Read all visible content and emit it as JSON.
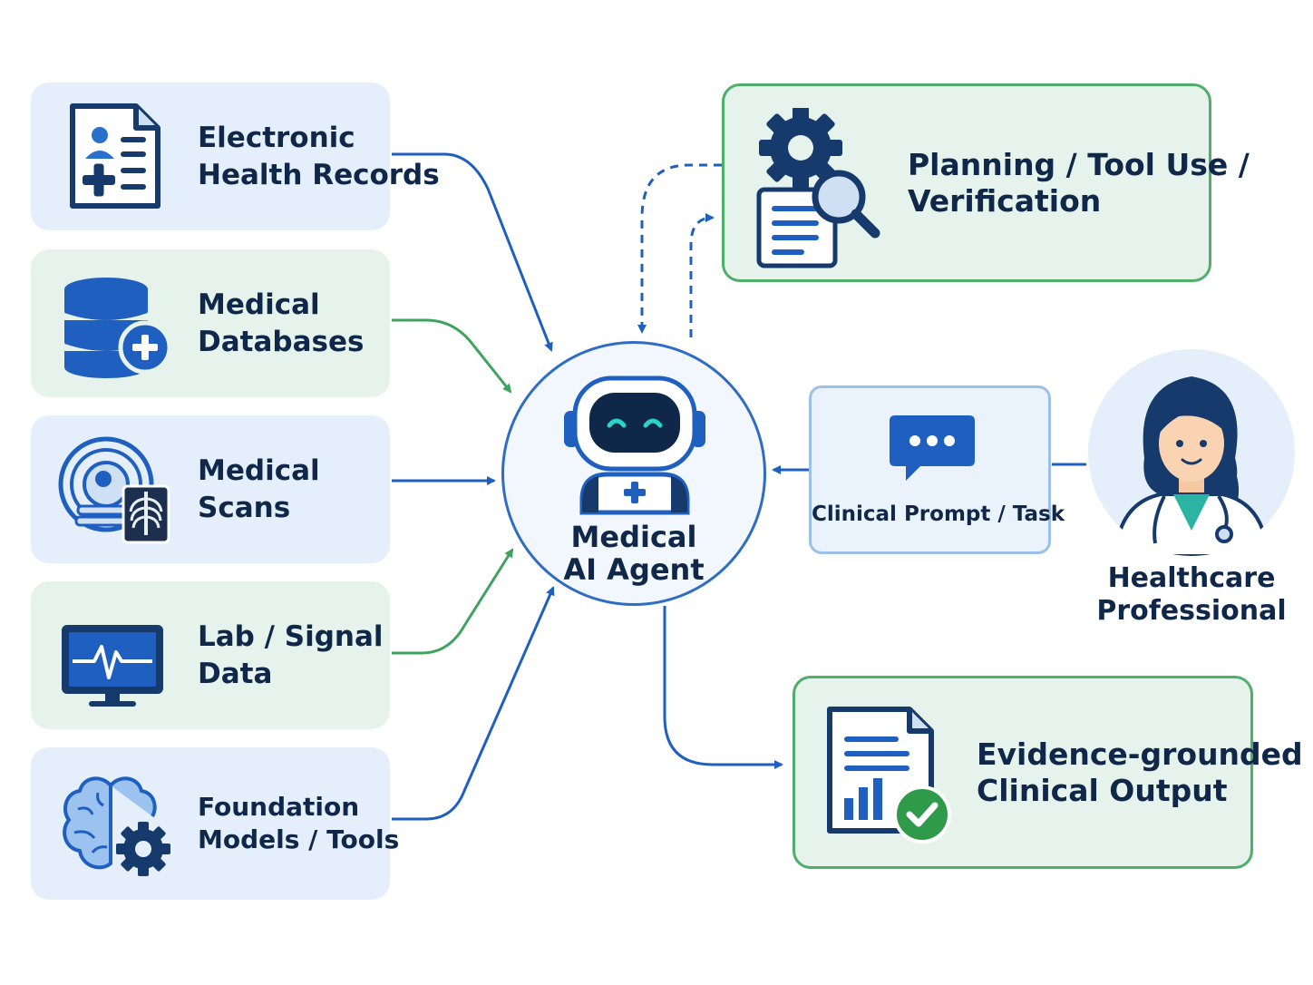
{
  "sources": [
    {
      "id": "ehr",
      "icon": "health-record-icon",
      "lines": [
        "Electronic",
        "Health Records"
      ]
    },
    {
      "id": "db",
      "icon": "medical-database-icon",
      "lines": [
        "Medical",
        "Databases"
      ]
    },
    {
      "id": "scans",
      "icon": "medical-scan-icon",
      "lines": [
        "Medical",
        "Scans"
      ]
    },
    {
      "id": "lab",
      "icon": "vital-signal-monitor-icon",
      "lines": [
        "Lab / Signal",
        "Data"
      ]
    },
    {
      "id": "models",
      "icon": "brain-gear-icon",
      "lines": [
        "Foundation",
        "Models / Tools"
      ]
    }
  ],
  "agent": {
    "icon": "robot-icon",
    "lines": [
      "Medical",
      "AI Agent"
    ]
  },
  "planning": {
    "icon": "gear-document-search-icon",
    "lines": [
      "Planning / Tool Use /",
      "Verification"
    ]
  },
  "prompt": {
    "icon": "chat-bubble-icon",
    "label": "Clinical Prompt / Task"
  },
  "professional": {
    "icon": "doctor-avatar-icon",
    "lines": [
      "Healthcare",
      "Professional"
    ]
  },
  "output": {
    "icon": "report-check-icon",
    "lines": [
      "Evidence-grounded",
      "Clinical Output"
    ]
  },
  "colors": {
    "blue": "#1f5fbf",
    "green": "#3fa35f",
    "navy": "#163a6b",
    "teal": "#2bb3a3"
  }
}
